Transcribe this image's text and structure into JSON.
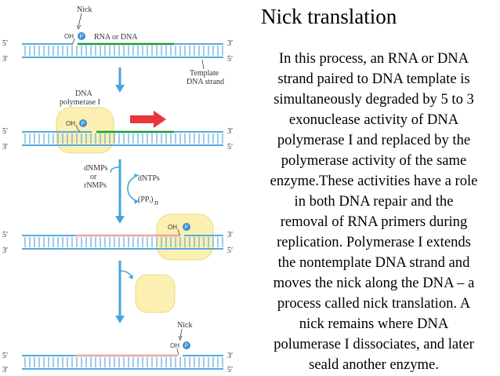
{
  "title": "Nick translation",
  "description_lines": [
    "In this process, an RNA or DNA",
    "strand paired to DNA template is",
    "simultaneously degraded by 5 to 3",
    "exonuclease activity of DNA",
    "polymerase I and replaced by the",
    "polymerase activity of the same",
    "enzyme.These activities have a role",
    "in both DNA repair and the",
    "removal of RNA primers during",
    "replication. Polymerase I extends",
    "the nontemplate DNA strand and",
    "moves the nick along the DNA – a",
    "process called nick translation. A",
    "nick remains where DNA",
    "polumerase I dissociates, and later",
    "seald another enzyme."
  ],
  "diagram": {
    "five_prime": "5′",
    "three_prime": "3′",
    "nick": "Nick",
    "oh": "OH",
    "p": "P",
    "rna_or_dna": "RNA or DNA",
    "template_line1": "Template",
    "template_line2": "DNA strand",
    "enzyme_line1": "DNA",
    "enzyme_line2": "polymerase I",
    "in_line1": "dNMPs",
    "in_line2": "or",
    "in_line3": "rNMPs",
    "dntps": "dNTPs",
    "ppi": "(PPᵢ)",
    "ppi_sub": "n"
  },
  "colors": {
    "strand_blue": "#5aa9de",
    "green_segment": "#1f9a3a",
    "pink_segment": "#f2a0a5",
    "enzyme_fill": "#fbf0b2",
    "enzyme_stroke": "#e9d985",
    "arrow_red": "#e8363b",
    "flow_arrow": "#4aa3dc",
    "p_circle": "#3d8fd1"
  }
}
